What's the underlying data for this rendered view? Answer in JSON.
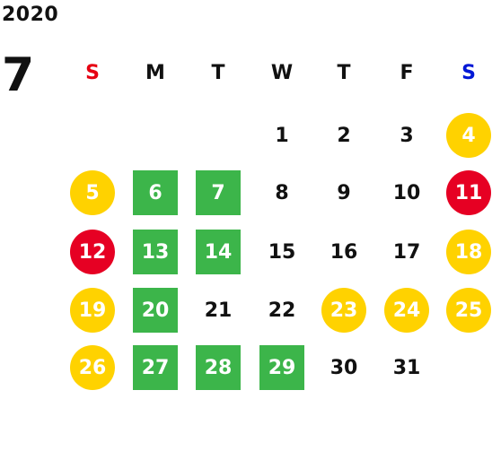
{
  "calendar": {
    "year": "2020",
    "month": "7",
    "weekdays": [
      {
        "label": "S",
        "kind": "sun"
      },
      {
        "label": "M",
        "kind": "normal"
      },
      {
        "label": "T",
        "kind": "normal"
      },
      {
        "label": "W",
        "kind": "normal"
      },
      {
        "label": "T",
        "kind": "normal"
      },
      {
        "label": "F",
        "kind": "normal"
      },
      {
        "label": "S",
        "kind": "sat"
      }
    ],
    "weeks": [
      [
        null,
        null,
        null,
        {
          "day": "1",
          "style": "normal"
        },
        {
          "day": "2",
          "style": "normal"
        },
        {
          "day": "3",
          "style": "normal"
        },
        {
          "day": "4",
          "style": "yellow"
        }
      ],
      [
        {
          "day": "5",
          "style": "yellow"
        },
        {
          "day": "6",
          "style": "green"
        },
        {
          "day": "7",
          "style": "green"
        },
        {
          "day": "8",
          "style": "normal"
        },
        {
          "day": "9",
          "style": "normal"
        },
        {
          "day": "10",
          "style": "normal"
        },
        {
          "day": "11",
          "style": "red"
        }
      ],
      [
        {
          "day": "12",
          "style": "red"
        },
        {
          "day": "13",
          "style": "green"
        },
        {
          "day": "14",
          "style": "green"
        },
        {
          "day": "15",
          "style": "normal"
        },
        {
          "day": "16",
          "style": "normal"
        },
        {
          "day": "17",
          "style": "normal"
        },
        {
          "day": "18",
          "style": "yellow"
        }
      ],
      [
        {
          "day": "19",
          "style": "yellow"
        },
        {
          "day": "20",
          "style": "green"
        },
        {
          "day": "21",
          "style": "normal"
        },
        {
          "day": "22",
          "style": "normal"
        },
        {
          "day": "23",
          "style": "yellow"
        },
        {
          "day": "24",
          "style": "yellow"
        },
        {
          "day": "25",
          "style": "yellow"
        }
      ],
      [
        {
          "day": "26",
          "style": "yellow"
        },
        {
          "day": "27",
          "style": "green"
        },
        {
          "day": "28",
          "style": "green"
        },
        {
          "day": "29",
          "style": "green"
        },
        {
          "day": "30",
          "style": "normal"
        },
        {
          "day": "31",
          "style": "normal"
        },
        null
      ]
    ],
    "colors": {
      "sunday_header": "#e60012",
      "saturday_header": "#0018d6",
      "yellow_marker": "#ffd200",
      "red_marker": "#e60023",
      "green_marker": "#3cb54a"
    }
  }
}
